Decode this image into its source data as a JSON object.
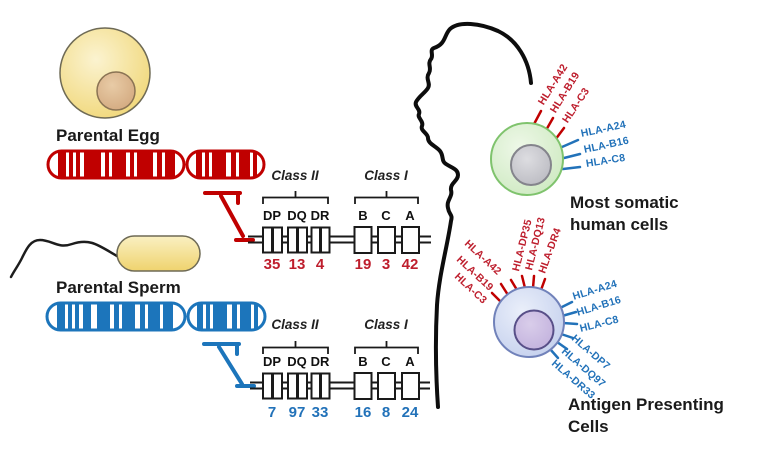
{
  "figure": {
    "colors": {
      "maternal_red": "#BE1E2D",
      "chromosome_red": "#C00000",
      "paternal_blue": "#2272B9",
      "chromosome_blue": "#1C75BB",
      "somatic_cell_green": "#7FC36D",
      "apc_cell_blue": "#7182BA",
      "text_black": "#1A1A1A"
    },
    "egg": {
      "label": "Parental Egg"
    },
    "sperm": {
      "label": "Parental Sperm"
    },
    "egg_haplotype": {
      "class_ii_label": "Class II",
      "class_i_label": "Class I",
      "genes": [
        "DP",
        "DQ",
        "DR",
        "B",
        "C",
        "A"
      ],
      "alleles": [
        "35",
        "13",
        "4",
        "19",
        "3",
        "42"
      ]
    },
    "sperm_haplotype": {
      "class_ii_label": "Class II",
      "class_i_label": "Class I",
      "genes": [
        "DP",
        "DQ",
        "DR",
        "B",
        "C",
        "A"
      ],
      "alleles": [
        "7",
        "97",
        "33",
        "16",
        "8",
        "24"
      ]
    },
    "somatic_cell": {
      "caption": [
        "Most somatic",
        "human cells"
      ],
      "maternal_hla": [
        "HLA-A42",
        "HLA-B19",
        "HLA-C3"
      ],
      "paternal_hla": [
        "HLA-A24",
        "HLA-B16",
        "HLA-C8"
      ]
    },
    "apc": {
      "caption": [
        "Antigen Presenting",
        "Cells"
      ],
      "maternal_class_i": [
        "HLA-A42",
        "HLA-B19",
        "HLA-C3"
      ],
      "maternal_class_ii": [
        "HLA-DP35",
        "HLA-DQ13",
        "HLA-DR4"
      ],
      "paternal_class_i": [
        "HLA-A24",
        "HLA-B16",
        "HLA-C8"
      ],
      "paternal_class_ii": [
        "HLA-DP7",
        "HLA-DQ97",
        "HLA-DR33"
      ]
    }
  }
}
